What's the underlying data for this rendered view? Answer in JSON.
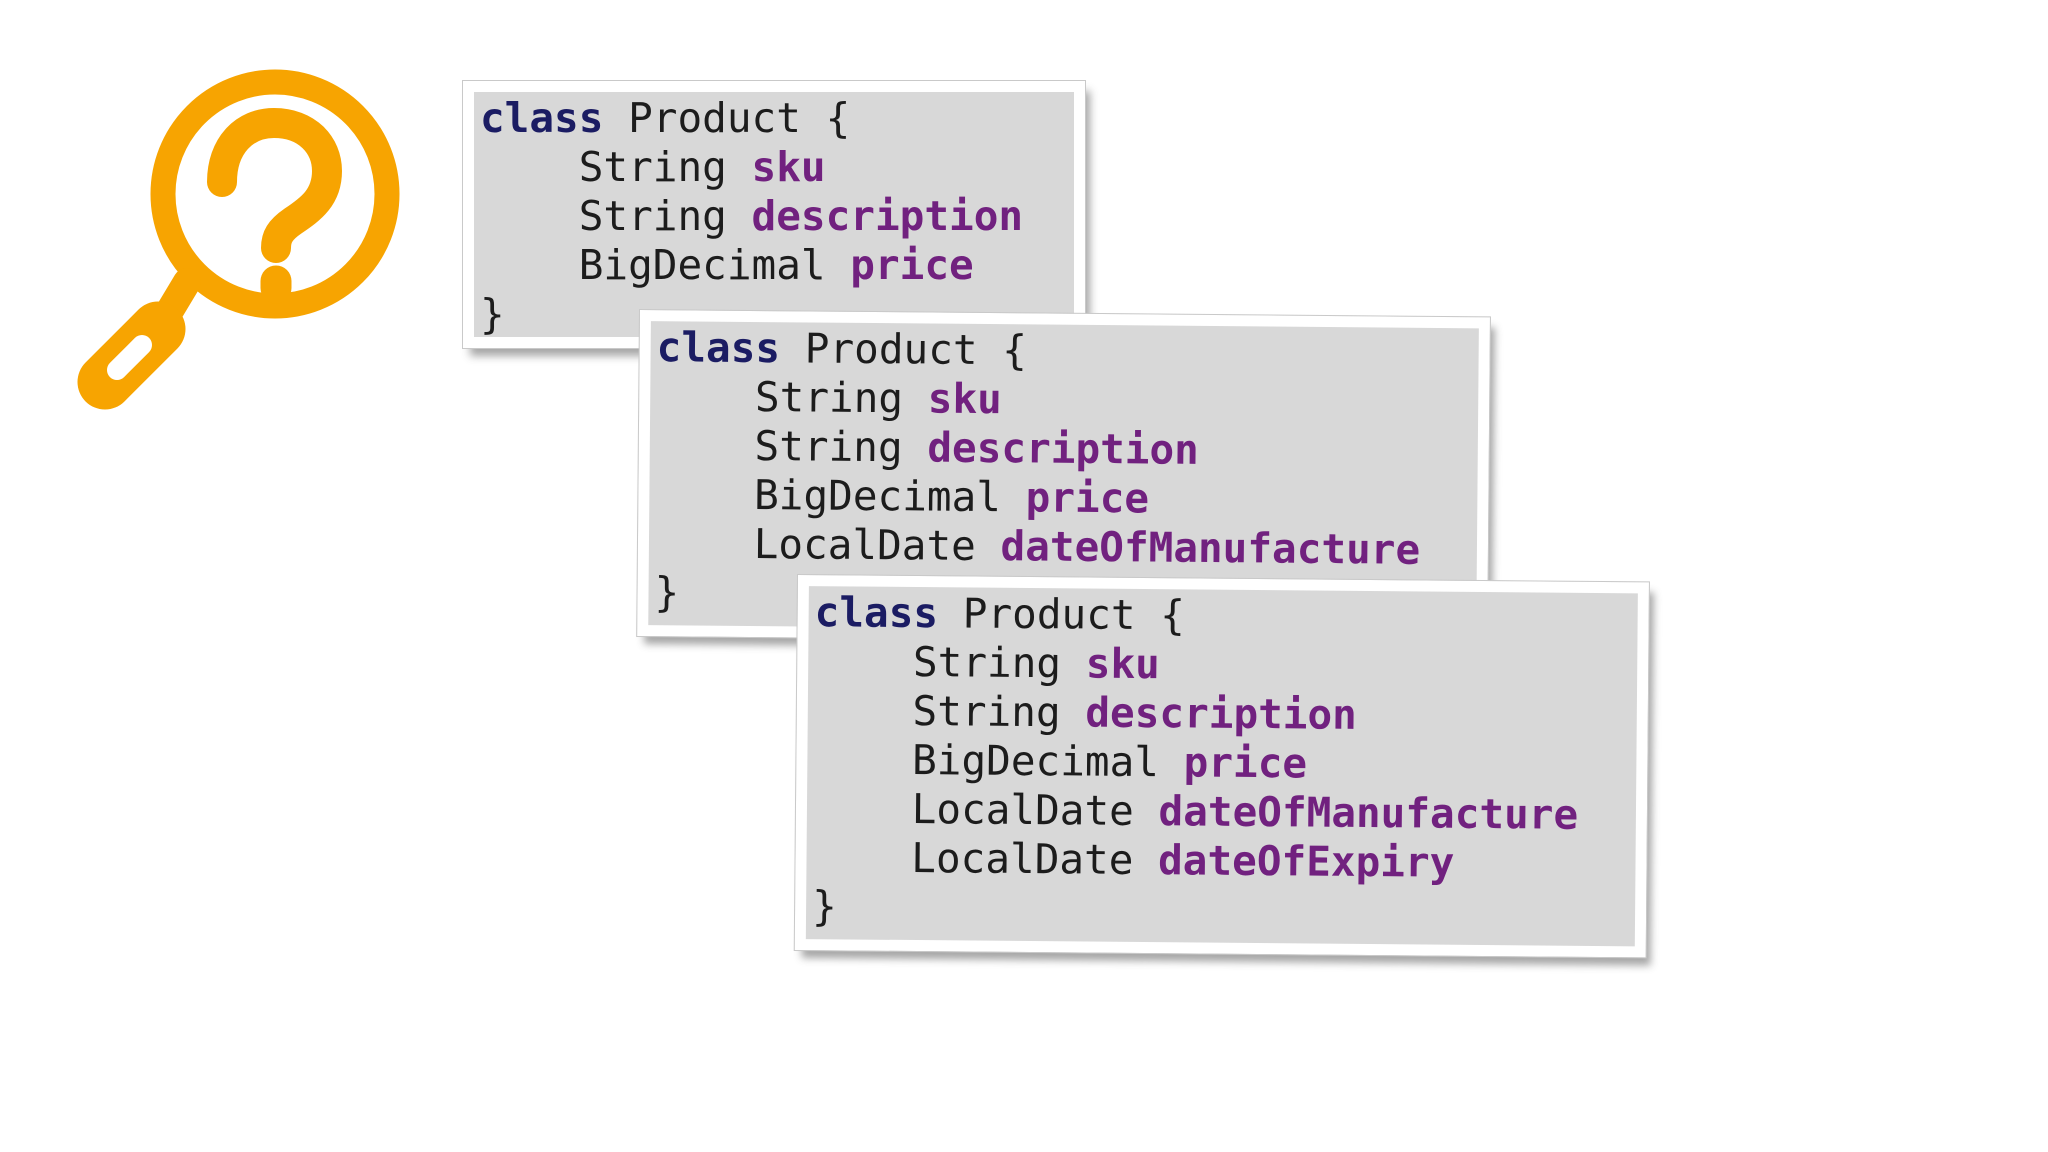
{
  "background": "#ffffff",
  "colors": {
    "box_fill": "#d8d8d8",
    "box_border": "#ffffff",
    "keyword": "#1b1c63",
    "field": "#71217f",
    "plain": "#1c1c1c",
    "icon": "#f7a401"
  },
  "icon": {
    "name": "magnifier-question-icon",
    "color": "#f7a401"
  },
  "boxes": [
    {
      "id": "product-class-v1",
      "lines": [
        [
          {
            "type": "kw",
            "text": "class"
          },
          {
            "type": "pl",
            "text": " Product {"
          }
        ],
        [
          {
            "type": "pl",
            "text": "    String "
          },
          {
            "type": "fld",
            "text": "sku"
          }
        ],
        [
          {
            "type": "pl",
            "text": "    String "
          },
          {
            "type": "fld",
            "text": "description"
          }
        ],
        [
          {
            "type": "pl",
            "text": "    BigDecimal "
          },
          {
            "type": "fld",
            "text": "price"
          }
        ],
        [
          {
            "type": "pl",
            "text": "}"
          }
        ]
      ]
    },
    {
      "id": "product-class-v2",
      "lines": [
        [
          {
            "type": "kw",
            "text": "class"
          },
          {
            "type": "pl",
            "text": " Product {"
          }
        ],
        [
          {
            "type": "pl",
            "text": "    String "
          },
          {
            "type": "fld",
            "text": "sku"
          }
        ],
        [
          {
            "type": "pl",
            "text": "    String "
          },
          {
            "type": "fld",
            "text": "description"
          }
        ],
        [
          {
            "type": "pl",
            "text": "    BigDecimal "
          },
          {
            "type": "fld",
            "text": "price"
          }
        ],
        [
          {
            "type": "pl",
            "text": "    LocalDate "
          },
          {
            "type": "fld",
            "text": "dateOfManufacture"
          }
        ],
        [
          {
            "type": "pl",
            "text": "}"
          }
        ]
      ]
    },
    {
      "id": "product-class-v3",
      "lines": [
        [
          {
            "type": "kw",
            "text": "class"
          },
          {
            "type": "pl",
            "text": " Product {"
          }
        ],
        [
          {
            "type": "pl",
            "text": "    String "
          },
          {
            "type": "fld",
            "text": "sku"
          }
        ],
        [
          {
            "type": "pl",
            "text": "    String "
          },
          {
            "type": "fld",
            "text": "description"
          }
        ],
        [
          {
            "type": "pl",
            "text": "    BigDecimal "
          },
          {
            "type": "fld",
            "text": "price"
          }
        ],
        [
          {
            "type": "pl",
            "text": "    LocalDate "
          },
          {
            "type": "fld",
            "text": "dateOfManufacture"
          }
        ],
        [
          {
            "type": "pl",
            "text": "    LocalDate "
          },
          {
            "type": "fld",
            "text": "dateOfExpiry"
          }
        ],
        [
          {
            "type": "pl",
            "text": "}"
          }
        ]
      ]
    }
  ]
}
